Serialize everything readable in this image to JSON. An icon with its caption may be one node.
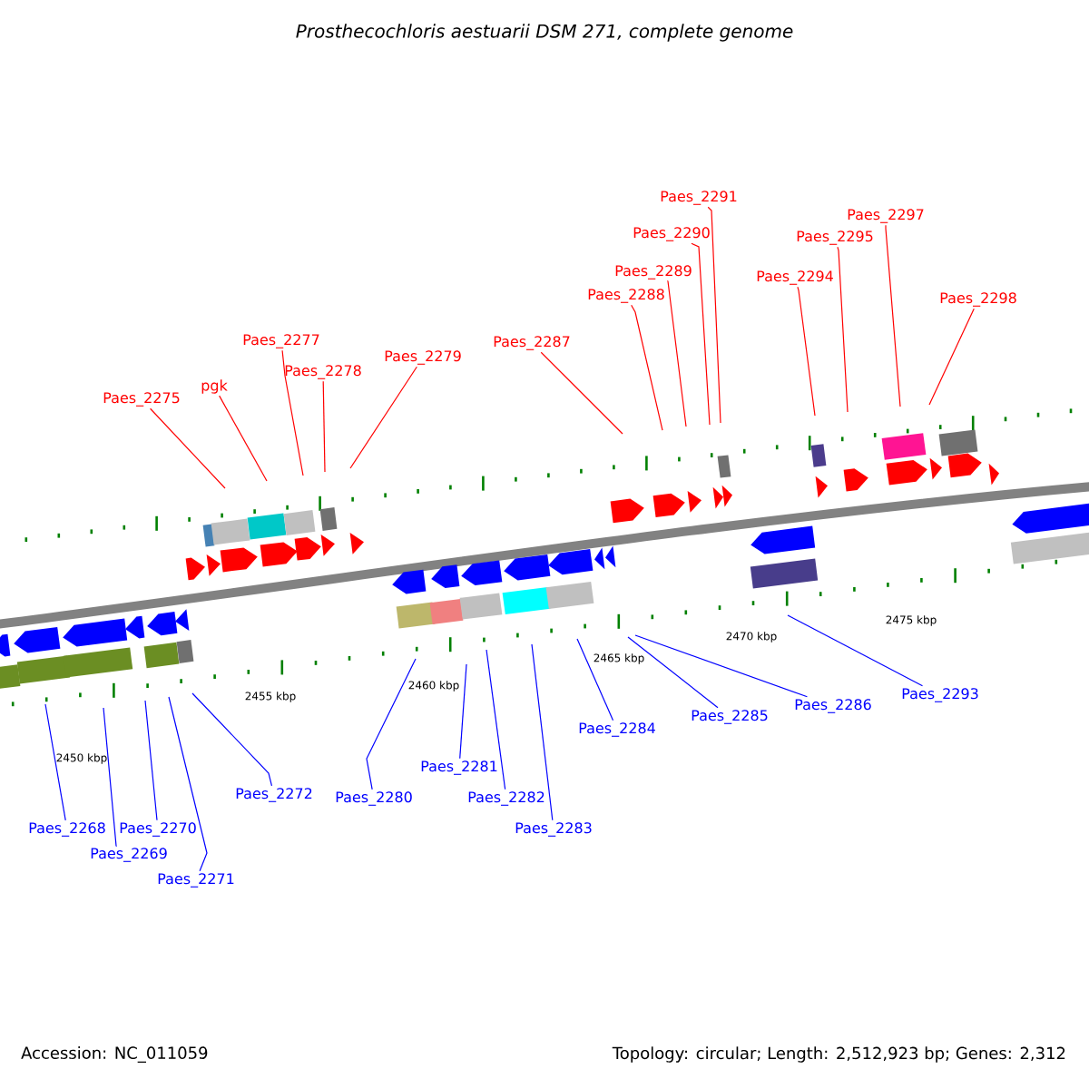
{
  "diagram": {
    "title": "Prosthecochloris aestuarii DSM 271, complete genome",
    "nodes": [
      {
        "text": [
          "Paes_2275"
        ]
      },
      {
        "text": [
          "pgk"
        ]
      },
      {
        "text": [
          "Paes_2277"
        ]
      },
      {
        "text": [
          "Paes_2278"
        ]
      },
      {
        "text": [
          "Paes_2279"
        ]
      },
      {
        "text": [
          "Paes_2287"
        ]
      },
      {
        "text": [
          "Paes_2288"
        ]
      },
      {
        "text": [
          "Paes_2289"
        ]
      },
      {
        "text": [
          "Paes_2290"
        ]
      },
      {
        "text": [
          "Paes_2291"
        ]
      },
      {
        "text": [
          "Paes_2294"
        ]
      },
      {
        "text": [
          "Paes_2295"
        ]
      },
      {
        "text": [
          "Paes_2297"
        ]
      },
      {
        "text": [
          "Paes_2298"
        ]
      },
      {
        "text": [
          "Paes_2268"
        ]
      },
      {
        "text": [
          "Paes_2269"
        ]
      },
      {
        "text": [
          "Paes_2270"
        ]
      },
      {
        "text": [
          "Paes_2271"
        ]
      },
      {
        "text": [
          "Paes_2272"
        ]
      },
      {
        "text": [
          "Paes_2280"
        ]
      },
      {
        "text": [
          "Paes_2281"
        ]
      },
      {
        "text": [
          "Paes_2282"
        ]
      },
      {
        "text": [
          "Paes_2283"
        ]
      },
      {
        "text": [
          "Paes_2284"
        ]
      },
      {
        "text": [
          "Paes_2285"
        ]
      },
      {
        "text": [
          "Paes_2286"
        ]
      },
      {
        "text": [
          "Paes_2293"
        ]
      }
    ],
    "edges": [
      {
        "from": 0,
        "to": null,
        "arrow": "none"
      },
      {
        "from": 1,
        "to": null,
        "arrow": "none"
      },
      {
        "from": 2,
        "to": null,
        "arrow": "none"
      },
      {
        "from": 3,
        "to": null,
        "arrow": "none"
      },
      {
        "from": 4,
        "to": null,
        "arrow": "none"
      },
      {
        "from": 5,
        "to": null,
        "arrow": "none"
      },
      {
        "from": 6,
        "to": null,
        "arrow": "none"
      },
      {
        "from": 7,
        "to": null,
        "arrow": "none"
      },
      {
        "from": 8,
        "to": null,
        "arrow": "none"
      },
      {
        "from": 9,
        "to": null,
        "arrow": "none"
      },
      {
        "from": 10,
        "to": null,
        "arrow": "none"
      },
      {
        "from": 11,
        "to": null,
        "arrow": "none"
      },
      {
        "from": 12,
        "to": null,
        "arrow": "none"
      },
      {
        "from": 13,
        "to": null,
        "arrow": "none"
      },
      {
        "from": 14,
        "to": null,
        "arrow": "none",
        "color": "#0000ff"
      },
      {
        "from": 15,
        "to": null,
        "arrow": "none",
        "color": "#0000ff"
      },
      {
        "from": 16,
        "to": null,
        "arrow": "none",
        "color": "#0000ff"
      },
      {
        "from": 17,
        "to": null,
        "arrow": "none",
        "color": "#0000ff"
      },
      {
        "from": 18,
        "to": null,
        "arrow": "none",
        "color": "#0000ff"
      },
      {
        "from": 19,
        "to": null,
        "arrow": "none",
        "color": "#0000ff"
      },
      {
        "from": 20,
        "to": null,
        "arrow": "none",
        "color": "#0000ff"
      },
      {
        "from": 21,
        "to": null,
        "arrow": "none",
        "color": "#0000ff"
      },
      {
        "from": 22,
        "to": null,
        "arrow": "none",
        "color": "#0000ff"
      },
      {
        "from": 23,
        "to": null,
        "arrow": "none",
        "color": "#0000ff"
      },
      {
        "from": 24,
        "to": null,
        "arrow": "none",
        "color": "#0000ff"
      },
      {
        "from": 25,
        "to": null,
        "arrow": "none",
        "color": "#0000ff"
      },
      {
        "from": 26,
        "to": null,
        "arrow": "none",
        "color": "#0000ff"
      }
    ],
    "labels": [
      "2450 kbp",
      "2455 kbp",
      "2460 kbp",
      "2465 kbp",
      "2470 kbp",
      "2475 kbp",
      "Accession: NC_011059",
      "Topology: circular; Length: 2,512,923 bp; Genes: 2,312"
    ]
  }
}
